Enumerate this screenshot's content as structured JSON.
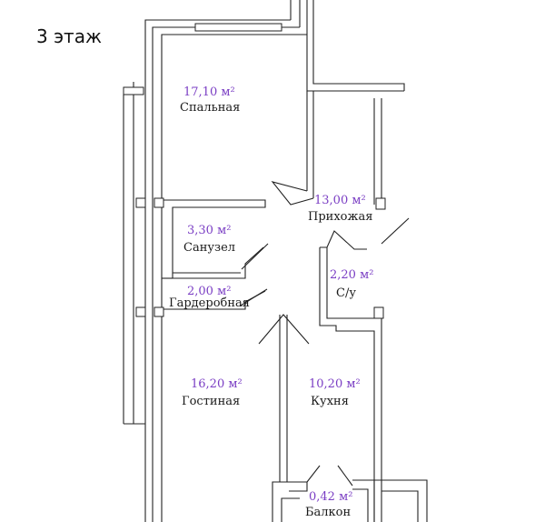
{
  "floor_label": "3 этаж",
  "rooms": [
    {
      "id": "bedroom",
      "area": "17,10 м²",
      "name": "Спальная"
    },
    {
      "id": "hallway",
      "area": "13,00 м²",
      "name": "Прихожая"
    },
    {
      "id": "bathroom",
      "area": "3,30 м²",
      "name": "Санузел"
    },
    {
      "id": "wc",
      "area": "2,20 м²",
      "name": "С/у"
    },
    {
      "id": "wardrobe",
      "area": "2,00 м²",
      "name": "Гардеробная"
    },
    {
      "id": "living",
      "area": "16,20 м²",
      "name": "Гостиная"
    },
    {
      "id": "kitchen",
      "area": "10,20 м²",
      "name": "Кухня"
    },
    {
      "id": "balcony",
      "area": "0,42 м²",
      "name": "Балкон"
    }
  ],
  "colors": {
    "area_text": "#7b3fc4",
    "wall": "#222222",
    "room_text": "#1a1a1a"
  }
}
